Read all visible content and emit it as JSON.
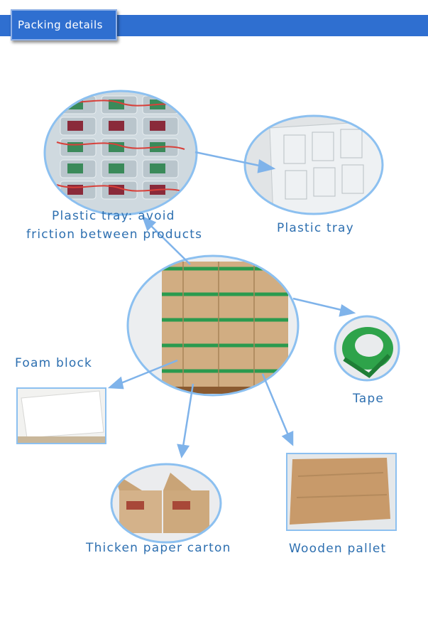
{
  "header": {
    "title": "Packing details"
  },
  "labels": {
    "plastic_tray_avoid_line1": "Plastic tray: avoid",
    "plastic_tray_avoid_line2": "friction between products",
    "plastic_tray": "Plastic tray",
    "foam_block": "Foam block",
    "tape": "Tape",
    "thicken_paper_carton": "Thicken paper carton",
    "wooden_pallet": "Wooden pallet"
  },
  "colors": {
    "banner": "#2f6fd0",
    "label": "#2d6fb0",
    "arrow": "#7fb3ea"
  }
}
